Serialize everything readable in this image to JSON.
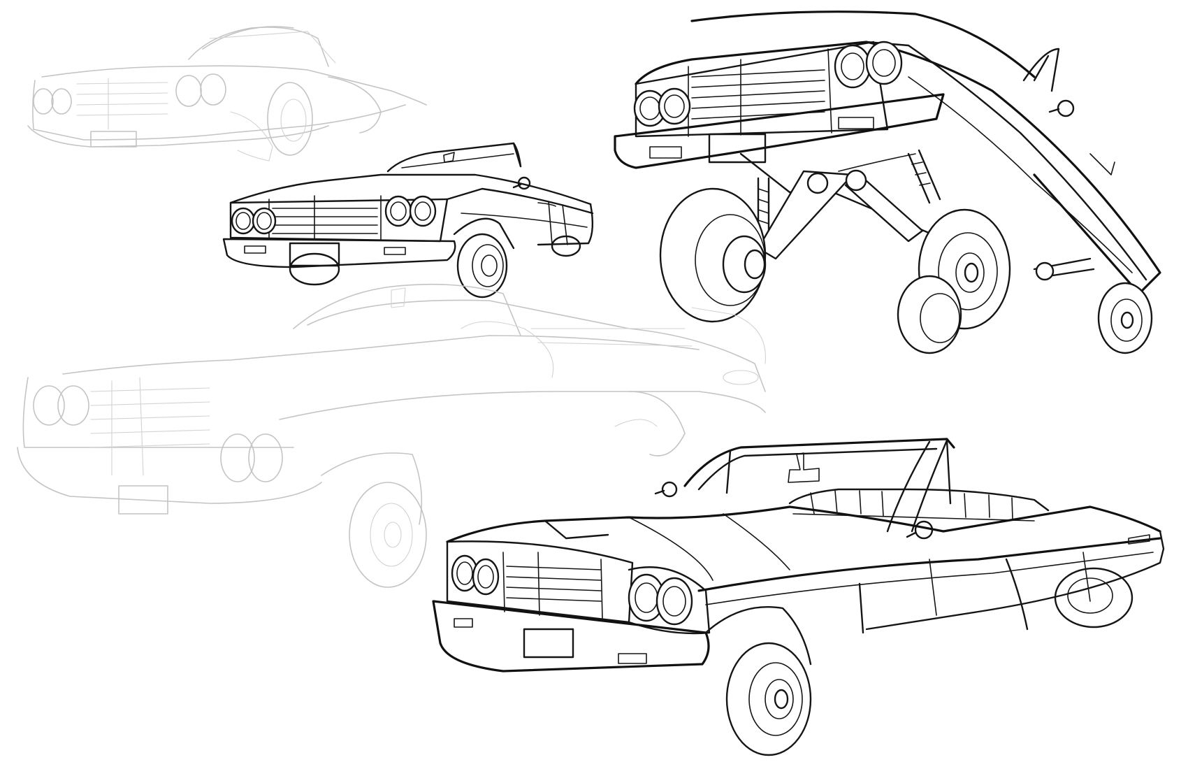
{
  "canvas": {
    "background": "#ffffff",
    "ink_color": "#151515",
    "sketch_color": "#c4c4c4"
  },
  "drawings": [
    {
      "id": "sketch-top-left",
      "style": "rough sketch"
    },
    {
      "id": "car-small-front",
      "style": "clean lineart"
    },
    {
      "id": "car-hopping",
      "style": "clean lineart"
    },
    {
      "id": "sketch-large",
      "style": "rough sketch"
    },
    {
      "id": "car-large-convertible",
      "style": "clean lineart"
    }
  ]
}
